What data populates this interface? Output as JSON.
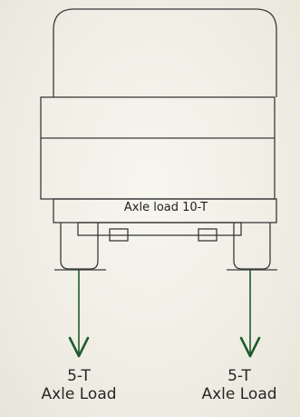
{
  "diagram": {
    "axle_label": "Axle load 10-T",
    "left_load": {
      "amount": "5-T",
      "caption": "Axle Load"
    },
    "right_load": {
      "amount": "5-T",
      "caption": "Axle Load"
    },
    "colors": {
      "outline": "#3a3a3a",
      "arrow": "#1f5a2c",
      "background": "#f1efe6"
    }
  }
}
